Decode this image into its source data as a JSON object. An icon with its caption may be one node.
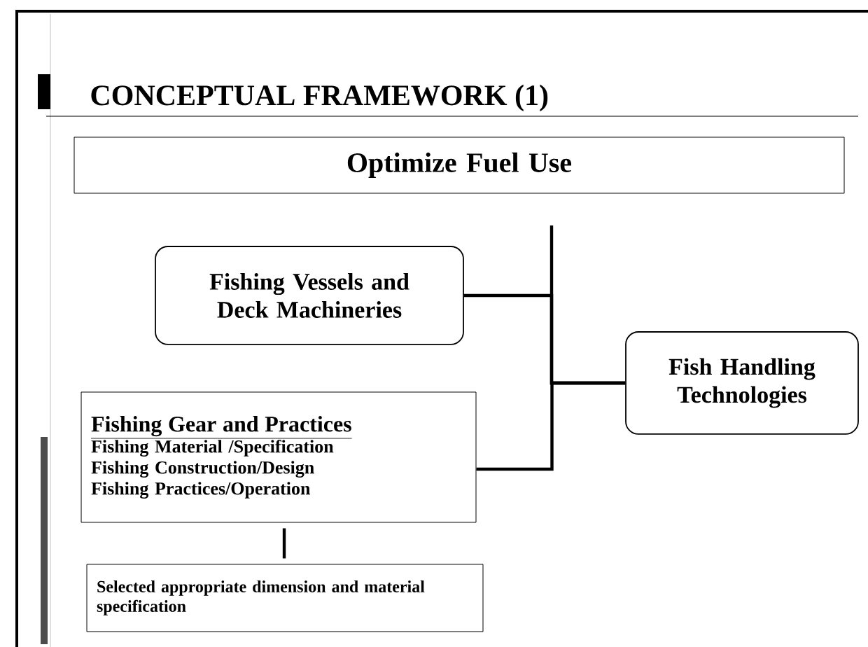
{
  "diagram": {
    "title": "CONCEPTUAL FRAMEWORK (1)",
    "nodes": [
      {
        "text": [
          "Optimize Fuel Use"
        ]
      },
      {
        "text": [
          "Fishing Vessels and Deck Machineries"
        ]
      },
      {
        "text": [
          "Fish Handling Technologies"
        ]
      },
      {
        "text": [
          "Fishing Gear and Practices",
          "Fishing Material /Specification",
          "Fishing Construction/Design",
          "Fishing Practices/Operation"
        ]
      },
      {
        "text": [
          "Selected  appropriate dimension and material specification"
        ]
      }
    ],
    "edges": [
      {
        "from": 1,
        "to": 2,
        "arrow": "none"
      },
      {
        "from": 3,
        "to": 2,
        "arrow": "none"
      },
      {
        "from": null,
        "to": 2,
        "arrow": "none"
      },
      {
        "from": 3,
        "to": 4,
        "arrow": "none"
      }
    ]
  }
}
